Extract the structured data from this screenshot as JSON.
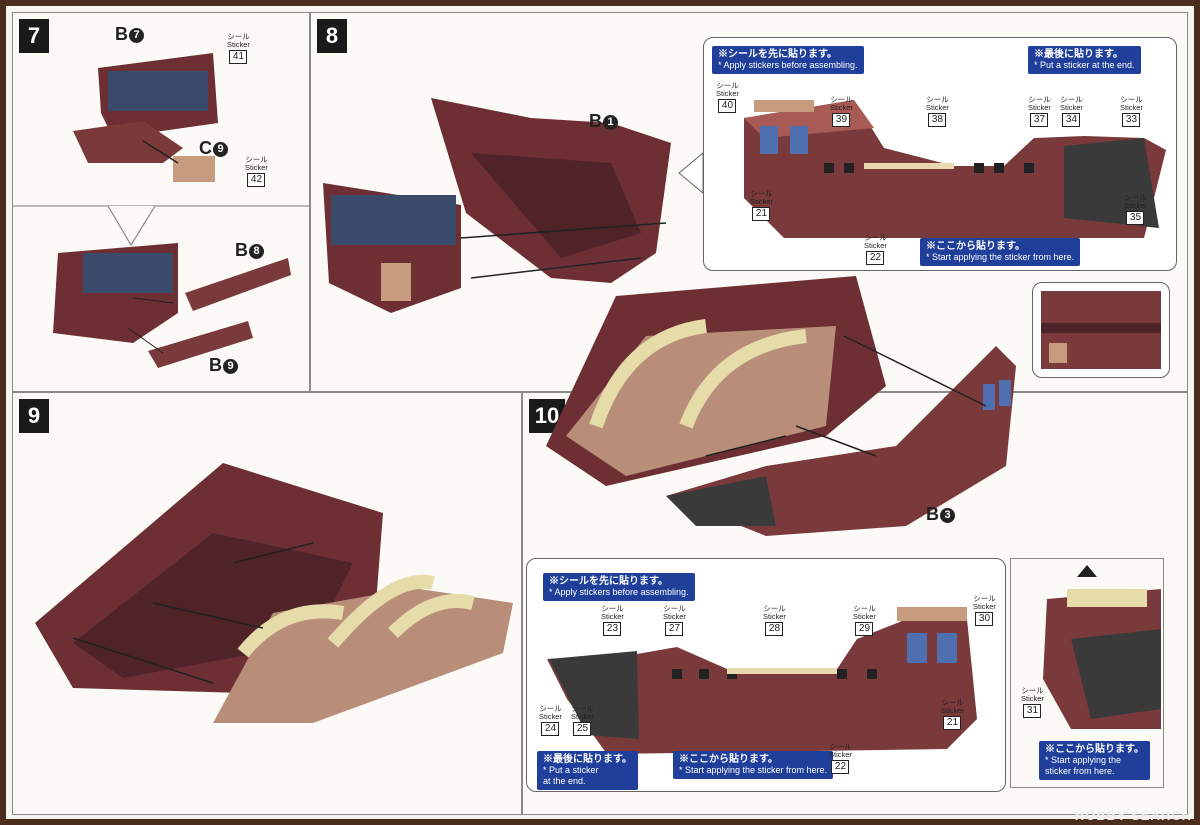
{
  "steps": {
    "s7": "7",
    "s8": "8",
    "s9": "9",
    "s10": "10"
  },
  "parts": {
    "b7": {
      "letter": "B",
      "num": "7"
    },
    "c9": {
      "letter": "C",
      "num": "9"
    },
    "b8": {
      "letter": "B",
      "num": "8"
    },
    "b9": {
      "letter": "B",
      "num": "9"
    },
    "b1": {
      "letter": "B",
      "num": "1"
    },
    "b3": {
      "letter": "B",
      "num": "3"
    }
  },
  "sticker_label": {
    "jp": "シール",
    "en": "Sticker"
  },
  "stickers7": [
    "41",
    "42"
  ],
  "notes": {
    "before": {
      "jp": "※シールを先に貼ります。",
      "en": "* Apply stickers before assembling."
    },
    "end": {
      "jp": "※最後に貼ります。",
      "en": "* Put a sticker at the end."
    },
    "end2": {
      "jp": "※最後に貼ります。",
      "en1": "* Put a sticker",
      "en2": "at the end."
    },
    "start": {
      "jp": "※ここから貼ります。",
      "en": "* Start applying the sticker from here."
    },
    "start2": {
      "jp": "※ここから貼ります。",
      "en1": "* Start applying the",
      "en2": "sticker from here."
    }
  },
  "stickers8": {
    "s40": "40",
    "s39": "39",
    "s38": "38",
    "s37": "37",
    "s34": "34",
    "s33": "33",
    "s21": "21",
    "s22": "22",
    "s35": "35"
  },
  "stickers10": {
    "s23": "23",
    "s27": "27",
    "s28": "28",
    "s29": "29",
    "s30": "30",
    "s24": "24",
    "s25": "25",
    "s21": "21",
    "s22": "22",
    "s31": "31"
  },
  "brand": "HOBBY SEARCH"
}
